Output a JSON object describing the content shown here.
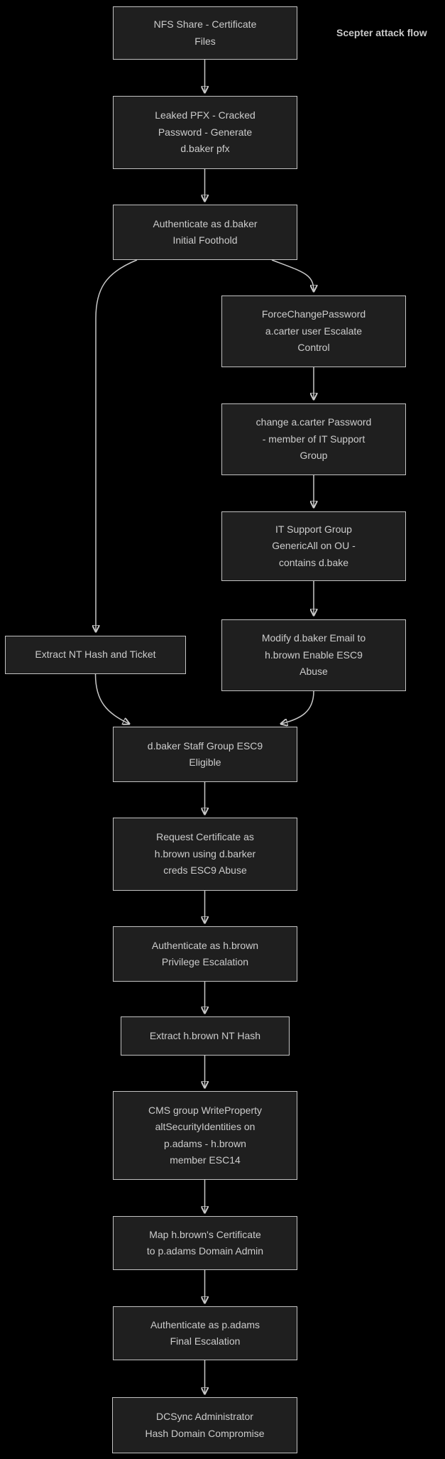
{
  "title": "Scepter attack flow",
  "colors": {
    "background": "#000000",
    "node_fill": "#1f1f1f",
    "node_border": "#c3c3c3",
    "node_text": "#cccccc",
    "edge": "#c8c8c8"
  },
  "nodes": [
    {
      "id": "nfs-share",
      "label": "NFS Share - Certificate\nFiles"
    },
    {
      "id": "leaked-pfx",
      "label": "Leaked PFX - Cracked\nPassword - Generate\nd.baker pfx"
    },
    {
      "id": "auth-dbaker",
      "label": "Authenticate as d.baker\nInitial Foothold"
    },
    {
      "id": "force-change-password",
      "label": "ForceChangePassword\na.carter user Escalate\nControl"
    },
    {
      "id": "change-acarter",
      "label": "change a.carter Password\n- member of IT Support\nGroup"
    },
    {
      "id": "it-support-group",
      "label": "IT Support Group\nGenericAll on OU -\ncontains d.bake"
    },
    {
      "id": "modify-dbaker-email",
      "label": "Modify d.baker Email to\nh.brown Enable ESC9\nAbuse"
    },
    {
      "id": "extract-nt-hash",
      "label": "Extract NT Hash and Ticket"
    },
    {
      "id": "staff-group-esc9",
      "label": "d.baker Staff Group ESC9\nEligible"
    },
    {
      "id": "request-certificate",
      "label": "Request Certificate as\nh.brown using d.barker\ncreds ESC9 Abuse"
    },
    {
      "id": "auth-hbrown",
      "label": "Authenticate as h.brown\nPrivilege Escalation"
    },
    {
      "id": "extract-hbrown-hash",
      "label": "Extract h.brown NT Hash"
    },
    {
      "id": "cms-group-esc14",
      "label": "CMS group WriteProperty\naltSecurityIdentities on\np.adams - h.brown\nmember ESC14"
    },
    {
      "id": "map-certificate",
      "label": "Map h.brown's Certificate\nto p.adams Domain Admin"
    },
    {
      "id": "auth-padams",
      "label": "Authenticate as p.adams\nFinal Escalation"
    },
    {
      "id": "dcsync",
      "label": "DCSync Administrator\nHash Domain Compromise"
    }
  ]
}
